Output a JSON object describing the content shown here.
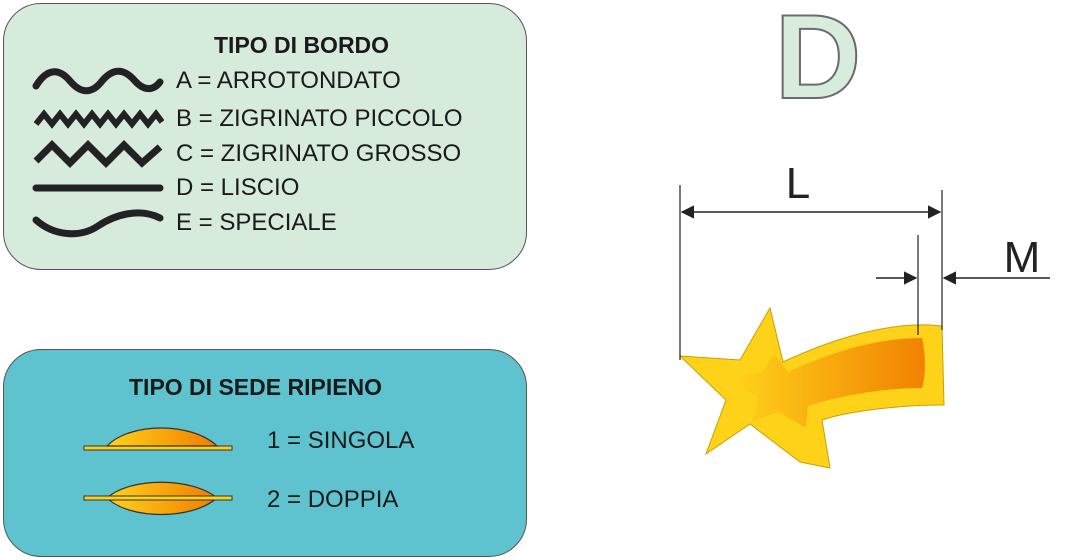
{
  "colors": {
    "bordo_panel_bg": "#d6ebdc",
    "sede_panel_bg": "#5ec2cf",
    "letter_fill": "#d8ecde",
    "letter_stroke": "#6b6b6b",
    "star_yellow": "#ffd21a",
    "star_orange": "#f07d00",
    "line_color": "#222222"
  },
  "bordo": {
    "title": "TIPO DI BORDO",
    "items": [
      {
        "icon": "wavy-edge-icon",
        "label": "A = ARROTONDATO"
      },
      {
        "icon": "small-zigzag-edge-icon",
        "label": "B = ZIGRINATO PICCOLO"
      },
      {
        "icon": "large-zigzag-edge-icon",
        "label": "C = ZIGRINATO GROSSO"
      },
      {
        "icon": "straight-edge-icon",
        "label": "D = LISCIO"
      },
      {
        "icon": "curved-edge-icon",
        "label": "E = SPECIALE"
      }
    ]
  },
  "sede": {
    "title": "TIPO DI SEDE RIPIENO",
    "items": [
      {
        "icon": "single-seat-icon",
        "label": "1 = SINGOLA"
      },
      {
        "icon": "double-seat-icon",
        "label": "2 = DOPPIA"
      }
    ]
  },
  "type_letter": "D",
  "dimensions": {
    "length_label": "L",
    "margin_label": "M"
  }
}
